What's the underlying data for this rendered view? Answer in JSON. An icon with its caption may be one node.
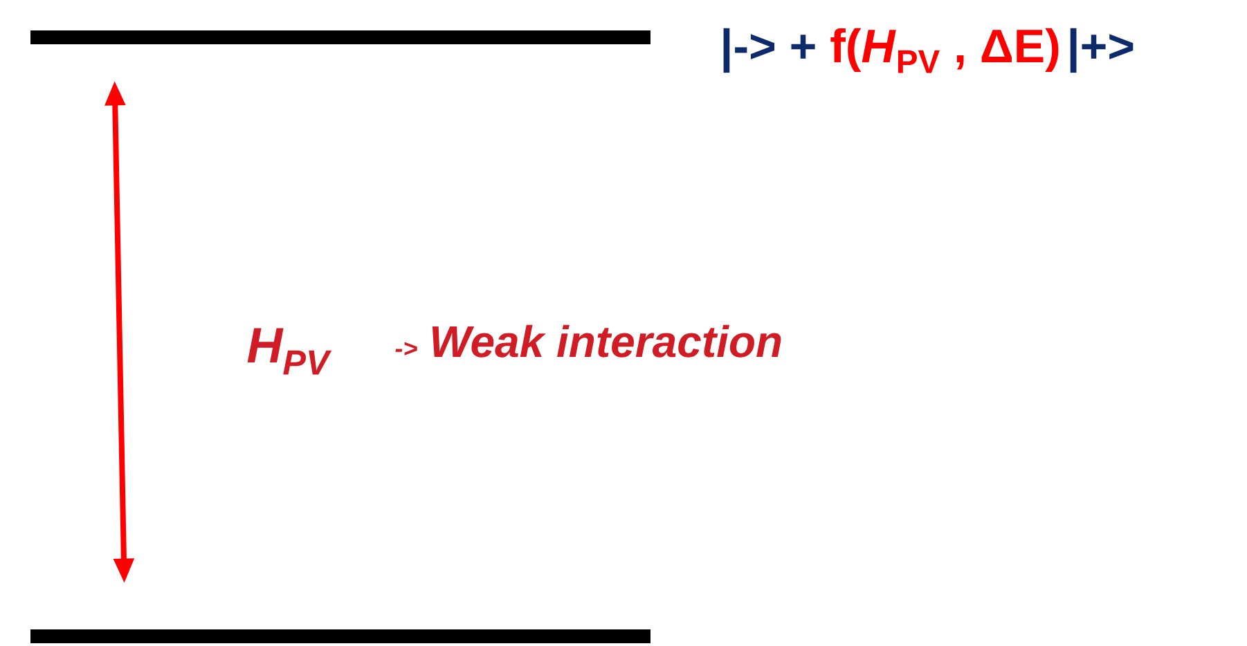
{
  "diagram": {
    "nodes": [
      {
        "text": [],
        "shape": "bar"
      },
      {
        "text": [],
        "shape": "bar"
      }
    ],
    "edges": [
      {
        "from": 0,
        "to": 1,
        "arrow": "both",
        "color": "#ff0000"
      }
    ],
    "labels": [
      "|-> +",
      "f(*H*$_{PV}$ , ΔE)",
      "|+>",
      "H$_{PV}$",
      "->",
      "Weak interaction"
    ]
  }
}
